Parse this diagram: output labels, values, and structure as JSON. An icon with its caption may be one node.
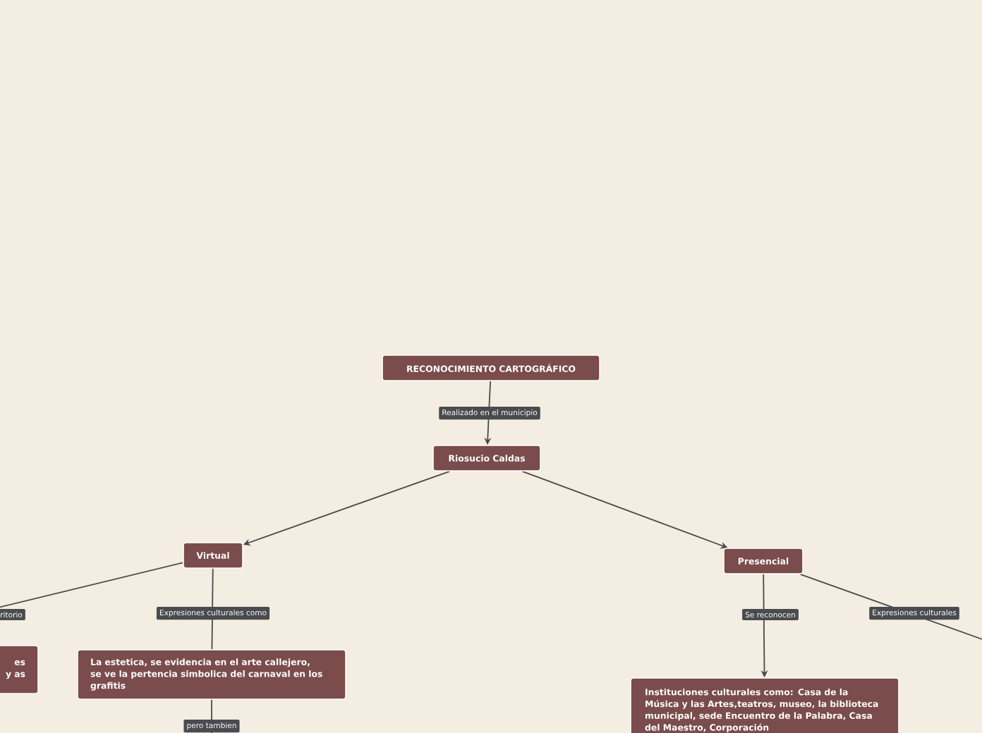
{
  "diagram": {
    "nodes": [
      {
        "text": [
          "RECONOCIMIENTO CARTOGRÁFICO"
        ]
      },
      {
        "text": [
          "Riosucio Caldas"
        ]
      },
      {
        "text": [
          "Virtual"
        ]
      },
      {
        "text": [
          "Presencial"
        ]
      },
      {
        "text": [
          "es y as"
        ]
      },
      {
        "text": [
          "La estetica, se evidencia en el arte callejero, se ve la pertencia simbolica del carnaval en los grafitis"
        ]
      },
      {
        "text": [
          "Instituciones culturales como: Casa de la Música y las Artes,teatros, museo, la biblioteca municipal, sede Encuentro de la Palabra, Casa del Maestro, Corporación"
        ]
      }
    ],
    "edges": [
      {
        "from": 0,
        "to": 1,
        "arrow": "to",
        "label": "Realizado en el municipio"
      },
      {
        "from": 1,
        "to": 2,
        "arrow": "to"
      },
      {
        "from": 1,
        "to": 3,
        "arrow": "to"
      },
      {
        "from": 2,
        "to": 4,
        "arrow": "none",
        "label": "ritorio"
      },
      {
        "from": 2,
        "to": 5,
        "arrow": "none",
        "label": "Expresiones culturales como"
      },
      {
        "from": 5,
        "to": null,
        "arrow": "none",
        "label": "pero tambien"
      },
      {
        "from": 3,
        "to": 6,
        "arrow": "to",
        "label": "Se reconocen"
      },
      {
        "from": 3,
        "to": null,
        "arrow": "none",
        "label": "Expresiones culturales"
      }
    ]
  }
}
